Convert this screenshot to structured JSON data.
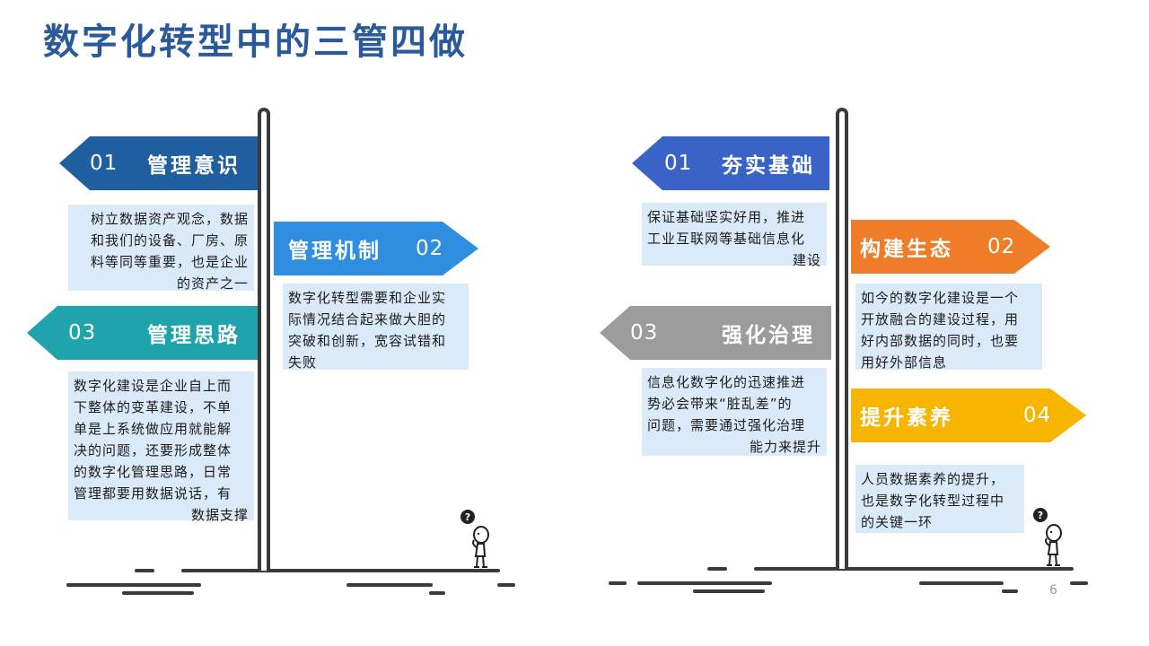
{
  "title": "数字化转型中的三管四做",
  "left_group": {
    "signs": [
      {
        "num": "01",
        "label": "管理意识",
        "color": "#1f5fa0"
      },
      {
        "num": "02",
        "label": "管理机制",
        "color": "#2f8ee0"
      },
      {
        "num": "03",
        "label": "管理思路",
        "color": "#1fa3ad"
      }
    ],
    "descs": [
      [
        "树立数据资产观念，数据",
        "和我们的设备、厂房、原",
        "料等同等重要，也是企业",
        "的资产之一"
      ],
      [
        "数字化转型需要和企业实",
        "际情况结合起来做大胆的",
        "突破和创新，宽容试错和",
        "失败"
      ],
      [
        "数字化建设是企业自上而",
        "下整体的变革建设，不单",
        "单是上系统做应用就能解",
        "决的问题，还要形成整体",
        "的数字化管理思路，日常",
        "管理都要用数据说话，有",
        "数据支撑"
      ]
    ]
  },
  "right_group": {
    "signs": [
      {
        "num": "01",
        "label": "夯实基础",
        "color": "#3a63c8"
      },
      {
        "num": "02",
        "label": "构建生态",
        "color": "#ef7d27"
      },
      {
        "num": "03",
        "label": "强化治理",
        "color": "#9c9c9c"
      },
      {
        "num": "04",
        "label": "提升素养",
        "color": "#f7b500"
      }
    ],
    "descs": [
      [
        "保证基础坚实好用，推进",
        "工业互联网等基础信息化",
        "建设"
      ],
      [
        "如今的数字化建设是一个",
        "开放融合的建设过程，用",
        "好内部数据的同时，也要",
        "用好外部信息"
      ],
      [
        "信息化数字化的迅速推进",
        "势必会带来“脏乱差”的",
        "问题，需要通过强化治理",
        "能力来提升"
      ],
      [
        "人员数据素养的提升，",
        "也是数字化转型过程中",
        "的关键一环"
      ]
    ]
  },
  "page_number": "6"
}
